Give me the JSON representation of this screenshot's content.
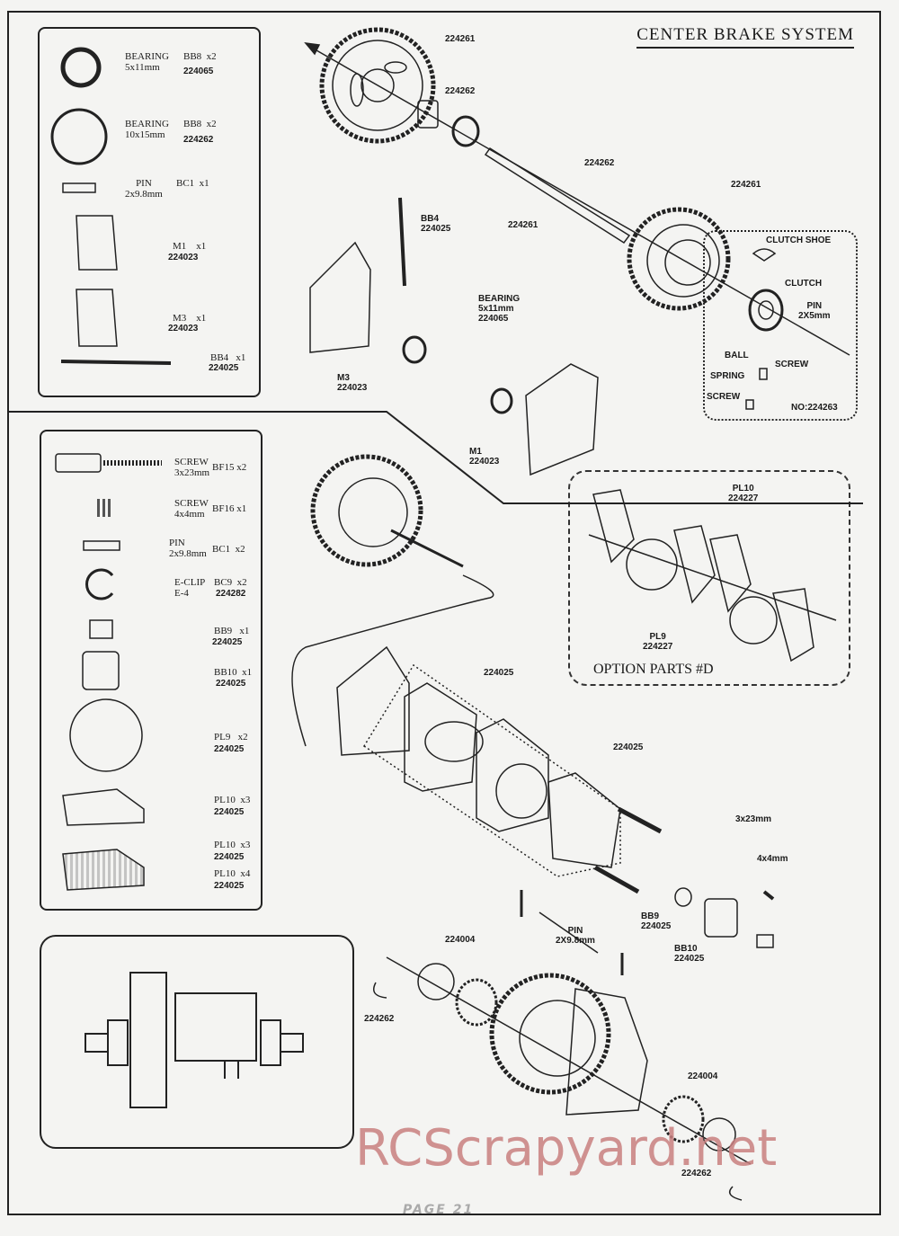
{
  "title": "CENTER BRAKE  SYSTEM",
  "page_footer": "PAGE   21",
  "watermark": "RCScrapyard.net",
  "option_parts_title": "OPTION PARTS #D",
  "brake_unit_no": "NO:224263",
  "parts_panel_top": [
    {
      "name": "BEARING\n5x11mm",
      "qty": "BB8  x2",
      "code": "224065"
    },
    {
      "name": "BEARING\n10x15mm",
      "qty": "BB8  x2",
      "code": "224262"
    },
    {
      "name": "PIN\n2x9.8mm",
      "qty": "BC1  x1",
      "code": ""
    },
    {
      "name": "",
      "qty": "M1    x1",
      "code": "224023"
    },
    {
      "name": "",
      "qty": "M3    x1",
      "code": "224023"
    },
    {
      "name": "",
      "qty": "BB4   x1",
      "code": "224025"
    }
  ],
  "parts_panel_bottom": [
    {
      "name": "SCREW\n3x23mm",
      "qty": "BF15 x2",
      "code": ""
    },
    {
      "name": "SCREW\n4x4mm",
      "qty": "BF16 x1",
      "code": ""
    },
    {
      "name": "PIN\n2x9.8mm",
      "qty": "BC1  x2",
      "code": ""
    },
    {
      "name": "E-CLIP\nE-4",
      "qty": "BC9  x2",
      "code": "224282"
    },
    {
      "name": "",
      "qty": "BB9   x1",
      "code": "224025"
    },
    {
      "name": "",
      "qty": "BB10  x1",
      "code": "224025"
    },
    {
      "name": "",
      "qty": "PL9   x2",
      "code": "224025"
    },
    {
      "name": "",
      "qty": "PL10  x3",
      "code": "224025"
    },
    {
      "name": "",
      "qty": "PL10  x3",
      "code": "224025"
    },
    {
      "name": "",
      "qty": "PL10  x4",
      "code": "224025"
    }
  ],
  "callouts": {
    "c1": "224261",
    "c2": "224262",
    "c3": "224262",
    "c4": "224261",
    "c5": "224261",
    "c6": "BB4\n224025",
    "c7": "BEARING\n5x11mm\n224065",
    "c8": "M3\n224023",
    "c9": "M1\n224023",
    "c10": "CLUTCH SHOE",
    "c11": "CLUTCH",
    "c12": "PIN\n2X5mm",
    "c13": "BALL",
    "c14": "SPRING",
    "c15": "SCREW",
    "c16": "SCREW",
    "c17": "PL10\n224227",
    "c18": "PL9\n224227",
    "c19": "224025",
    "c20": "224025",
    "c21": "3x23mm",
    "c22": "4x4mm",
    "c23": "BB9\n224025",
    "c24": "BB10\n224025",
    "c25": "PIN\n2X9.8mm",
    "c26": "224004",
    "c27": "224262",
    "c28": "224004",
    "c29": "224262"
  }
}
